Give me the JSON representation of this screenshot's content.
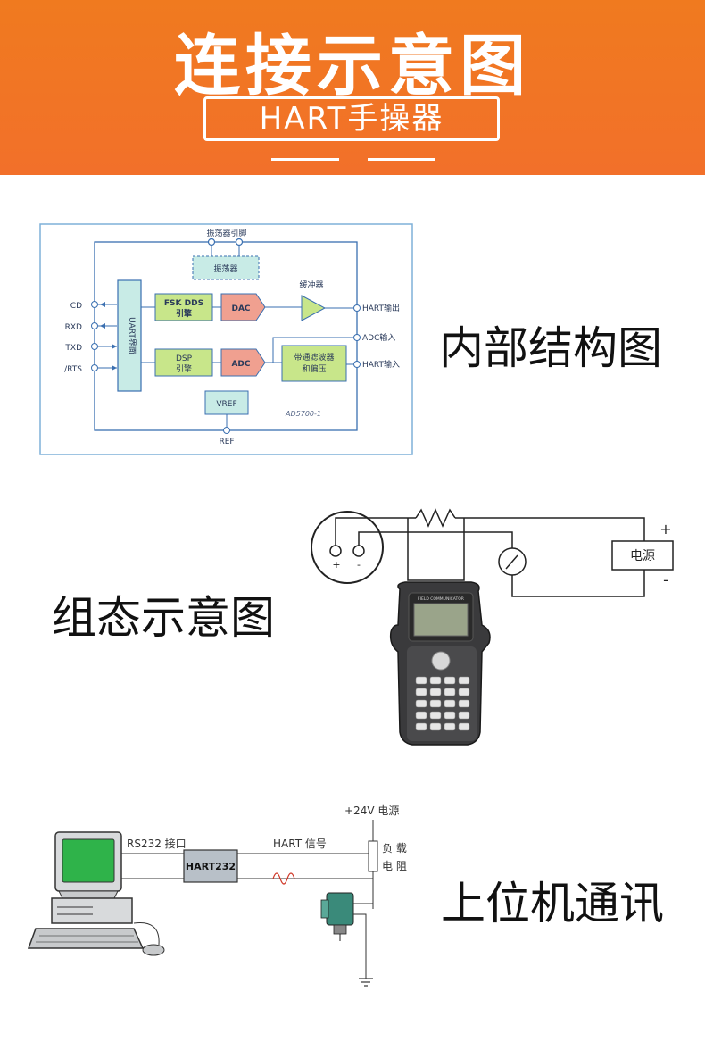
{
  "header": {
    "title": "连接示意图",
    "subtitle": "HART手操器"
  },
  "sections": [
    {
      "label": "内部结构图"
    },
    {
      "label": "组态示意图"
    },
    {
      "label": "上位机通讯"
    }
  ],
  "internal": {
    "osc_pin": "振荡器引脚",
    "osc": "振荡器",
    "buffer": "缓冲器",
    "pins": [
      "CD",
      "RXD",
      "TXD",
      "/RTS"
    ],
    "uart": "UART界面",
    "fsk": "FSK DDS",
    "fsk2": "引擎",
    "dac": "DAC",
    "dsp": "DSP",
    "dsp2": "引擎",
    "adc": "ADC",
    "filter": "带通滤波器",
    "filter2": "和偏压",
    "vref": "VREF",
    "ref": "REF",
    "hart_out": "HART输出",
    "adc_in": "ADC输入",
    "hart_in": "HART输入",
    "chip": "AD5700-1"
  },
  "config": {
    "plus": "+",
    "minus": "-",
    "power": "电源",
    "device_title": "FIELD COMMUNICATOR"
  },
  "pc": {
    "power24": "+24V 电源",
    "rs232": "RS232 接口",
    "hart_signal": "HART 信号",
    "modem": "HART232",
    "load1": "负 载",
    "load2": "电 阻"
  },
  "colors": {
    "header_orange": "#f07a1f",
    "diagram_blue": "#3a6fb0",
    "box_green": "#c8e68a",
    "box_red": "#f0a090",
    "box_teal": "#c8ebe6"
  }
}
